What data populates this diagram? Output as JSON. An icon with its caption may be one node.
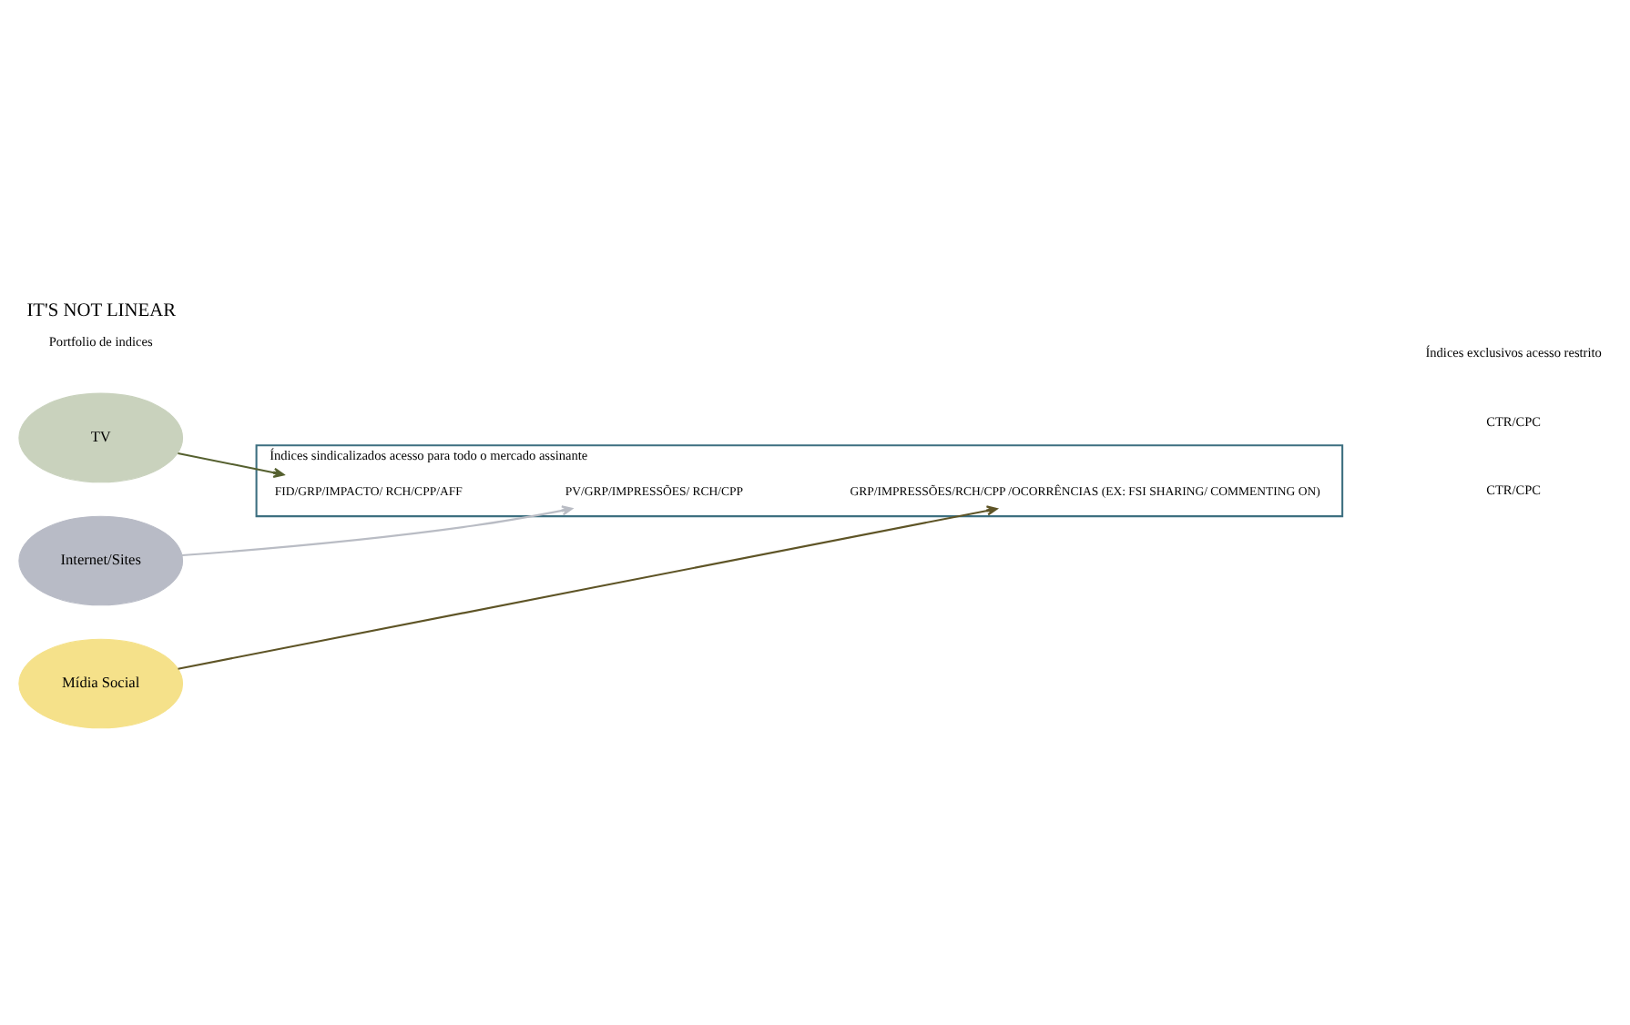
{
  "diagram": {
    "title": "IT'S NOT LINEAR",
    "nodes": [
      {
        "text": [
          "TV"
        ]
      },
      {
        "text": [
          "Internet/Sites"
        ]
      },
      {
        "text": [
          "Mídia Social"
        ]
      },
      {
        "text": [
          "Índices sindicalizados acesso para todo o mercado assinante"
        ]
      },
      {
        "text": [
          "FID/GRP/IMPACTO/ RCH/CPP/AFF"
        ],
        "in": 3
      },
      {
        "text": [
          "PV/GRP/IMPRESSÕES/ RCH/CPP"
        ],
        "in": 3
      },
      {
        "text": [
          "GRP/IMPRESSÕES/RCH/CPP /OCORRÊNCIAS (EX: FSI SHARING/ COMMENTING ON)"
        ],
        "in": 3
      }
    ],
    "edges": [
      {
        "from": 0,
        "to": 4,
        "arrow": "to",
        "color": "#55602f"
      },
      {
        "from": 1,
        "to": 5,
        "arrow": "to",
        "color": "#b9bcc4"
      },
      {
        "from": 2,
        "to": 6,
        "arrow": "to",
        "color": "#5e5426"
      }
    ],
    "labels": [
      "Portfolio de indices",
      "Índices exclusivos acesso restrito",
      "CTR/CPC",
      "CTR/CPC"
    ]
  }
}
